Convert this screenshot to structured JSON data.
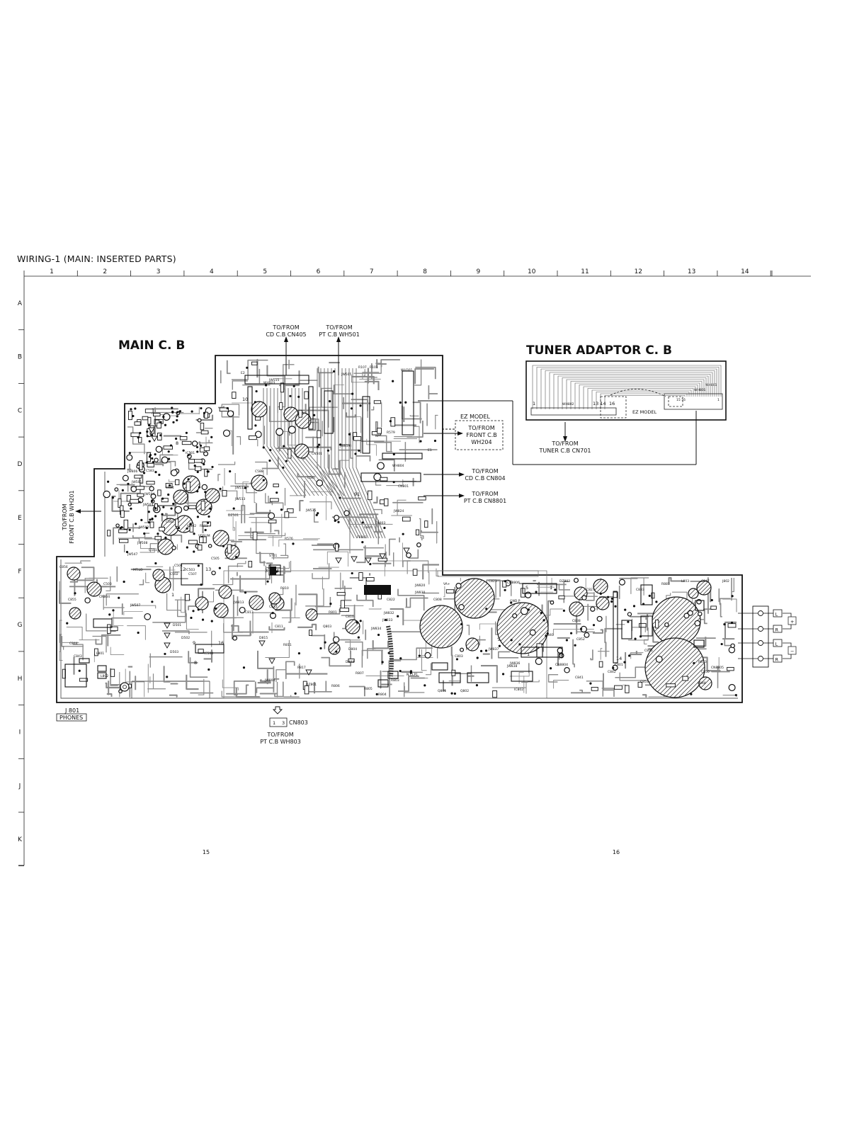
{
  "title": "WIRING-1 (MAIN: INSERTED PARTS)",
  "grid": {
    "columns": [
      "1",
      "2",
      "3",
      "4",
      "5",
      "6",
      "7",
      "8",
      "9",
      "10",
      "11",
      "12",
      "13",
      "14"
    ],
    "rows": [
      "A",
      "B",
      "C",
      "D",
      "E",
      "F",
      "G",
      "H",
      "I",
      "J",
      "K"
    ]
  },
  "boards": {
    "main": "MAIN C. B",
    "tuner": "TUNER ADAPTOR C. B"
  },
  "connectors": {
    "cd_cn405": [
      "TO/FROM",
      "CD C.B CN405"
    ],
    "pt_wh501": [
      "TO/FROM",
      "PT C.B WH501"
    ],
    "ez_model_main": "EZ MODEL",
    "front_wh204": [
      "TO/FROM",
      "FRONT C.B",
      "WH204"
    ],
    "cd_cn804": [
      "TO/FROM",
      "CD C.B CN804"
    ],
    "pt_cn8801": [
      "TO/FROM",
      "PT C.B CN8801"
    ],
    "front_wh201": [
      "TO/FROM",
      "FRONT C.B WH201"
    ],
    "tuner_cn701": [
      "TO/FROM",
      "TUNER C.B CN701"
    ],
    "ez_model_tuner": "EZ MODEL",
    "pt_wh803": [
      "TO/FROM",
      "PT C.B WH803"
    ],
    "cn803": "CN803",
    "cn803_pins": [
      "1",
      "3"
    ],
    "j801": "J 801",
    "phones": "PHONES"
  },
  "speaker_terminals": {
    "channels": [
      "L",
      "R",
      "L",
      "R"
    ],
    "plus": "+",
    "minus": "−"
  },
  "page_numbers": [
    "15",
    "16"
  ],
  "component_labels": {
    "wh403": "WH403",
    "jw515": "JW515",
    "jw505": "JW505",
    "r107": "R107",
    "r101": "R101",
    "wh301": "WH301",
    "cn501": "CN501",
    "e2": "E2",
    "e1": "E1",
    "ic501": "IC501",
    "c583": "C583",
    "c584": "C584",
    "c588": "C588",
    "c587": "C587",
    "jw806": "JW806",
    "jw501": "JW501",
    "jw504": "JW504",
    "jw502": "JW502",
    "jw503": "JW503",
    "c582": "C582",
    "dz501": "DZ501",
    "ic502": "IC502",
    "c507": "C507",
    "r511": "R511",
    "c501": "C501",
    "c502": "C502",
    "jw508": "JW508",
    "jw507": "JW507",
    "jw547": "JW547",
    "c503": "C503",
    "ic503": "IC503",
    "c504": "C504",
    "c505": "C505",
    "r576": "R576",
    "r579": "R579",
    "q801": "Q801",
    "q802": "Q802",
    "ic802": "IC802",
    "c803": "C803",
    "c808": "C808",
    "c821": "C821",
    "cn8806": "CN8806",
    "dz803": "DZ803",
    "c827": "C827",
    "c833": "C833",
    "r881": "R881",
    "l803": "L803",
    "c847": "C847",
    "j802": "J802",
    "c838": "C838",
    "c840": "C840",
    "c841": "C841",
    "c842": "C842",
    "c801": "C801",
    "cn8804": "CN8804",
    "jw837": "JW837",
    "jw838": "JW838",
    "jw834": "JW834",
    "jw833": "JW833",
    "jw832": "JW832",
    "c822": "C822",
    "r803": "R803",
    "r804": "R804",
    "r805": "R805",
    "r806": "R806",
    "dz801": "DZ801",
    "jw804": "JW804",
    "r817": "R817",
    "d803": "D803",
    "d804": "D804",
    "r807": "R807",
    "q803": "Q803",
    "c810": "C810",
    "r801": "R801",
    "c811": "C811",
    "c812": "C812",
    "c813": "C813",
    "d815": "D815",
    "jw813": "JW813",
    "r811": "R811",
    "r810": "R810",
    "ic504": "IC504",
    "d501": "D501",
    "d502": "D502",
    "d503": "D503",
    "c502b": "C502",
    "l801": "L801",
    "l802": "L802",
    "c843": "C843",
    "c844": "C844",
    "c855": "C855",
    "c856": "C856",
    "cn804": "CN804",
    "r853": "R853",
    "c850": "C850",
    "c847b": "C847",
    "c848": "C848",
    "c839": "C839",
    "c835": "C835",
    "c836": "C836",
    "c858": "C858",
    "c859": "C859",
    "c852": "C852",
    "wh804": "WH804",
    "cn801": "CN801",
    "wh801": "WH801",
    "wh802": "WH802",
    "jw819": "JW819",
    "jw820": "JW820",
    "jw830": "JW830",
    "jw826": "JW826",
    "jw824": "JW824",
    "jw823": "JW823",
    "jw825": "JW825",
    "jw822": "JW822",
    "jw821": "JW821",
    "fr801": "FR801",
    "fr802": "FR802",
    "fr803": "FR803",
    "c820": "C820",
    "r824": "R824",
    "r827": "R827",
    "va_plus": "VA+",
    "gnd_p": "GND.P",
    "vm_clp1": "N.CLP1",
    "c802": "C802",
    "mt_lo": "MT.LO",
    "m_tlo": "M.T.LO",
    "c801b": "C801",
    "st01": "ST01",
    "vdsum": "VDSUM",
    "cn501b": "CN501",
    "jw535": "JW535",
    "jw512": "JW512",
    "jw513": "JW513",
    "jw514": "JW514",
    "jw511": "JW511",
    "jw516": "JW516",
    "jw517": "JW517",
    "q801b": "Q801",
    "c851": "C851",
    "c853": "C853",
    "r852": "R852",
    "jw836": "JW836",
    "cn8805": "CN8805",
    "p1": "1",
    "p3": "3",
    "p4": "4",
    "p5": "5",
    "p6": "6",
    "p8": "8",
    "p9": "9",
    "p10": "10",
    "p11": "11",
    "p12": "12",
    "p13": "13",
    "p14": "14",
    "p16": "16",
    "p15": "15",
    "p1314": "13 14",
    "p1516": "15 16"
  }
}
